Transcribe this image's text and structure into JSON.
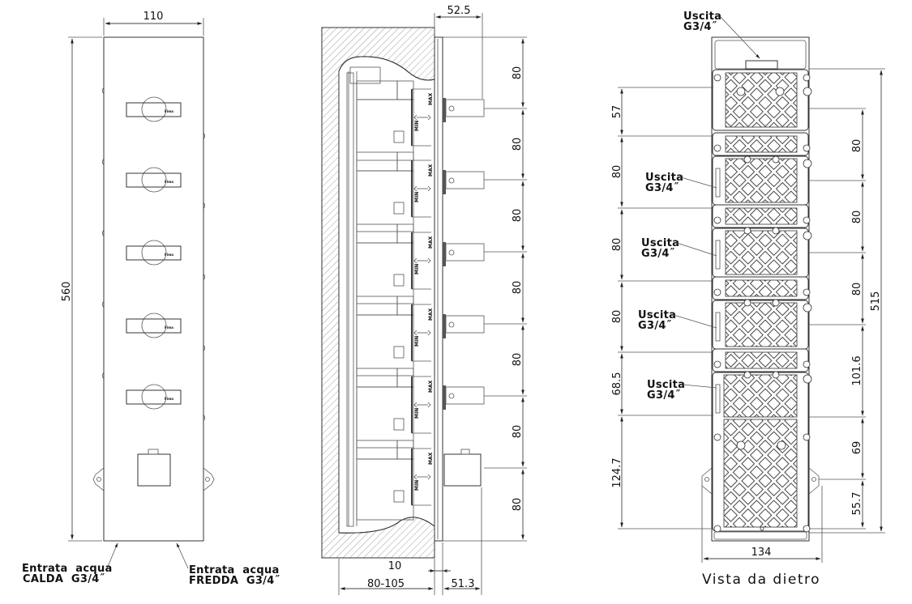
{
  "drawing": {
    "title": "Vista da dietro",
    "front_view": {
      "width_dim": "110",
      "height_dim": "560",
      "knob_count": 5,
      "knob_logo": "Fima",
      "inlet_hot": {
        "line1": "Entrata  acqua",
        "line2": "CALDA  G3/4˝"
      },
      "inlet_cold": {
        "line1": "Entrata  acqua",
        "line2": "FREDDA  G3/4˝"
      }
    },
    "side_view": {
      "depth_top_dim": "52.5",
      "plate_dim": "10",
      "wall_depth_dim": "80-105",
      "projection_dim": "51.3",
      "vertical_dims": [
        "80",
        "80",
        "80",
        "80",
        "80",
        "80",
        "80"
      ],
      "min_label": "MIN",
      "max_label": "MAX"
    },
    "back_view": {
      "outlets": [
        {
          "line1": "Uscita",
          "line2": "G3/4˝"
        },
        {
          "line1": "Uscita",
          "line2": "G3/4˝"
        },
        {
          "line1": "Uscita",
          "line2": "G3/4˝"
        },
        {
          "line1": "Uscita",
          "line2": "G3/4˝"
        },
        {
          "line1": "Uscita",
          "line2": "G3/4˝"
        }
      ],
      "left_dims": [
        "57",
        "80",
        "80",
        "80",
        "68.5",
        "124.7"
      ],
      "right_dims": [
        "80",
        "80",
        "80",
        "101.6",
        "69",
        "55.7"
      ],
      "overall_height_dim": "515",
      "width_dim": "134"
    }
  }
}
